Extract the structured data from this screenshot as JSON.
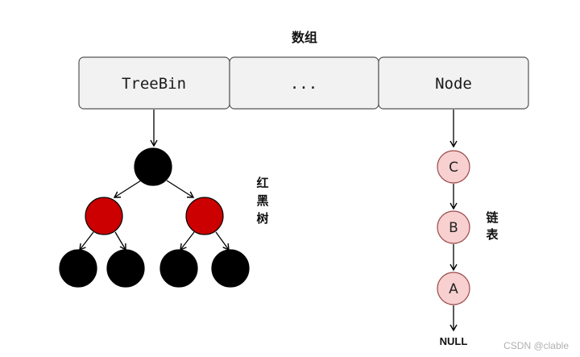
{
  "array": {
    "title": "数组",
    "cells": [
      "TreeBin",
      "...",
      "Node"
    ]
  },
  "tree": {
    "label_chars": [
      "红",
      "黑",
      "树"
    ],
    "colors": {
      "black": "#000000",
      "red": "#cc0000"
    }
  },
  "list": {
    "label_chars": [
      "链",
      "表"
    ],
    "nodes": [
      "C",
      "B",
      "A"
    ],
    "terminal": "NULL",
    "node_fill": "#f8d0d0"
  },
  "watermark": "CSDN @clable"
}
